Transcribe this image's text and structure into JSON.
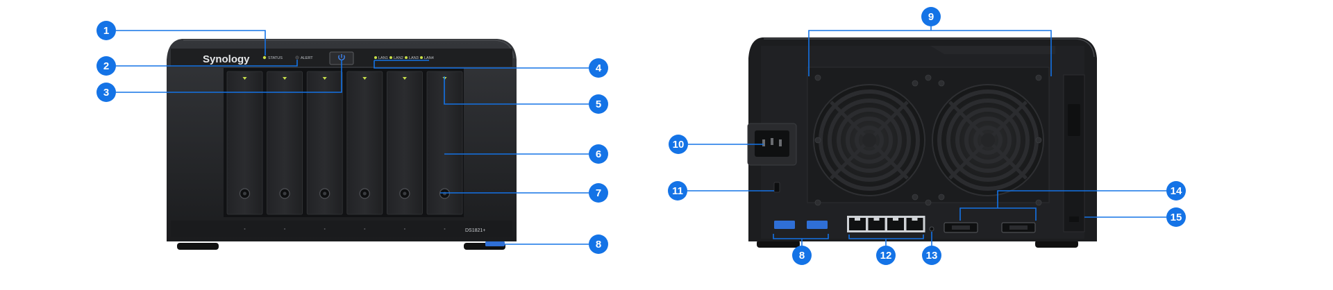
{
  "front_panel": {
    "brand": "Synology",
    "model": "DS1821+",
    "status_label": "STATUS",
    "alert_label": "ALERT",
    "lan_labels": [
      "LAN1",
      "LAN2",
      "LAN3",
      "LAN4"
    ],
    "drive_bays": 6
  },
  "rear_panel": {
    "usb_ports": 2,
    "lan_ports": 4,
    "esata_ports": 2,
    "fans": 2
  },
  "callouts": {
    "c1": "1",
    "c2": "2",
    "c3": "3",
    "c4": "4",
    "c5": "5",
    "c6": "6",
    "c7": "7",
    "c8": "8",
    "c8b": "8",
    "c9": "9",
    "c10": "10",
    "c11": "11",
    "c12": "12",
    "c13": "13",
    "c14": "14",
    "c15": "15"
  },
  "colors": {
    "callout": "#1473e6",
    "chassis": "#1d1e20",
    "status_led": "#c8e04a",
    "usb_port": "#2f6fd6"
  }
}
